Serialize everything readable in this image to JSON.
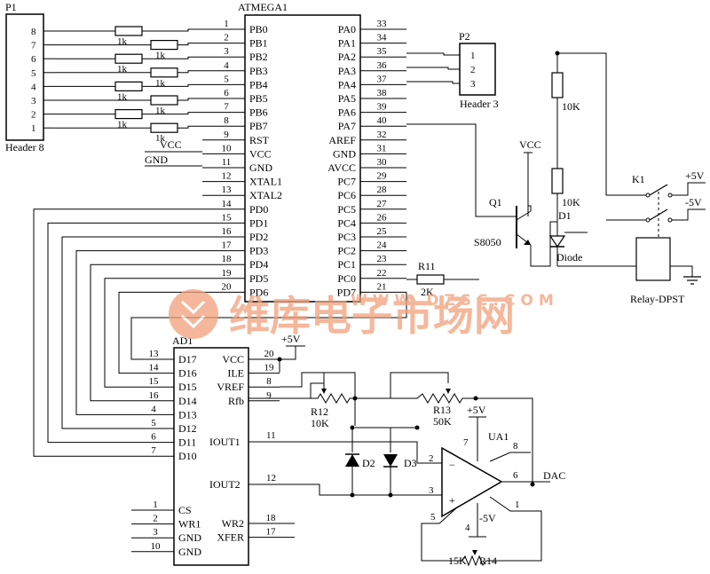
{
  "p1": {
    "ref": "P1",
    "type": "Header 8",
    "pins": [
      "8",
      "7",
      "6",
      "5",
      "4",
      "3",
      "2",
      "1"
    ]
  },
  "mcu": {
    "ref": "ATMEGA1",
    "left_pins": [
      {
        "num": "1",
        "name": "PB0"
      },
      {
        "num": "2",
        "name": "PB1"
      },
      {
        "num": "3",
        "name": "PB2"
      },
      {
        "num": "4",
        "name": "PB3"
      },
      {
        "num": "5",
        "name": "PB4"
      },
      {
        "num": "6",
        "name": "PB5"
      },
      {
        "num": "7",
        "name": "PB6"
      },
      {
        "num": "8",
        "name": "PB7"
      },
      {
        "num": "9",
        "name": "RST"
      },
      {
        "num": "10",
        "name": "VCC"
      },
      {
        "num": "11",
        "name": "GND"
      },
      {
        "num": "12",
        "name": "XTAL1"
      },
      {
        "num": "13",
        "name": "XTAL2"
      },
      {
        "num": "14",
        "name": "PD0"
      },
      {
        "num": "15",
        "name": "PD1"
      },
      {
        "num": "16",
        "name": "PD2"
      },
      {
        "num": "17",
        "name": "PD3"
      },
      {
        "num": "18",
        "name": "PD4"
      },
      {
        "num": "19",
        "name": "PD5"
      },
      {
        "num": "20",
        "name": "PD6"
      }
    ],
    "right_pins": [
      {
        "num": "33",
        "name": "PA0"
      },
      {
        "num": "34",
        "name": "PA1"
      },
      {
        "num": "35",
        "name": "PA2"
      },
      {
        "num": "36",
        "name": "PA3"
      },
      {
        "num": "37",
        "name": "PA4"
      },
      {
        "num": "38",
        "name": "PA5"
      },
      {
        "num": "39",
        "name": "PA6"
      },
      {
        "num": "40",
        "name": "PA7"
      },
      {
        "num": "32",
        "name": "AREF"
      },
      {
        "num": "31",
        "name": "GND"
      },
      {
        "num": "30",
        "name": "AVCC"
      },
      {
        "num": "29",
        "name": "PC7"
      },
      {
        "num": "28",
        "name": "PC6"
      },
      {
        "num": "27",
        "name": "PC5"
      },
      {
        "num": "26",
        "name": "PC4"
      },
      {
        "num": "25",
        "name": "PC3"
      },
      {
        "num": "24",
        "name": "PC2"
      },
      {
        "num": "23",
        "name": "PC1"
      },
      {
        "num": "22",
        "name": "PC0"
      },
      {
        "num": "21",
        "name": "PD7"
      }
    ],
    "vcc_net": "VCC",
    "gnd_net": "GND"
  },
  "resistor_label": "1k",
  "p2": {
    "ref": "P2",
    "type": "Header 3",
    "pins": [
      "1",
      "2",
      "3"
    ]
  },
  "relay": {
    "r_top": "10K",
    "r_mid": "10K",
    "vcc": "VCC",
    "q1_ref": "Q1",
    "q1_type": "S8050",
    "d1_ref": "D1",
    "d1_type": "Diode",
    "k1_ref": "K1",
    "k1_type": "Relay-DPST",
    "plus5": "+5V",
    "minus5": "-5V"
  },
  "r11": {
    "ref": "R11",
    "value": "2K"
  },
  "dac": {
    "ref": "AD1",
    "left_pins": [
      {
        "num": "13",
        "name": "D17"
      },
      {
        "num": "14",
        "name": "D16"
      },
      {
        "num": "15",
        "name": "D15"
      },
      {
        "num": "16",
        "name": "D14"
      },
      {
        "num": "4",
        "name": "D13"
      },
      {
        "num": "5",
        "name": "D12"
      },
      {
        "num": "6",
        "name": "D11"
      },
      {
        "num": "7",
        "name": "D10"
      }
    ],
    "right_pins": [
      {
        "num": "20",
        "name": "VCC"
      },
      {
        "num": "19",
        "name": "ILE"
      },
      {
        "num": "8",
        "name": "VREF"
      },
      {
        "num": "9",
        "name": "Rfb"
      }
    ],
    "iout1": {
      "num": "11",
      "name": "IOUT1"
    },
    "iout2": {
      "num": "12",
      "name": "IOUT2"
    },
    "bottom_left": [
      {
        "num": "1",
        "name": "CS"
      },
      {
        "num": "2",
        "name": "WR1"
      },
      {
        "num": "3",
        "name": "GND"
      },
      {
        "num": "10",
        "name": "GND"
      }
    ],
    "bottom_right": [
      {
        "num": "18",
        "name": "WR2"
      },
      {
        "num": "17",
        "name": "XFER"
      }
    ],
    "plus5": "+5V"
  },
  "r12": {
    "ref": "R12",
    "value": "10K"
  },
  "r13": {
    "ref": "R13",
    "value": "50K"
  },
  "d2": "D2",
  "d3": "D3",
  "opamp": {
    "ref": "UA1",
    "vplus": "+5V",
    "vminus": "-5V",
    "pin7": "7",
    "pin8": "8",
    "pin2": "2",
    "pin3": "3",
    "pin6": "6",
    "pin5": "5",
    "pin4": "4",
    "pin1": "1",
    "minus_sign": "−",
    "plus_sign": "+",
    "out": "DAC"
  },
  "r14": {
    "ref": "R14",
    "value": "15K"
  },
  "watermark": {
    "cn": "维库电子市场网",
    "url": "WWW.DZSC.COM"
  }
}
